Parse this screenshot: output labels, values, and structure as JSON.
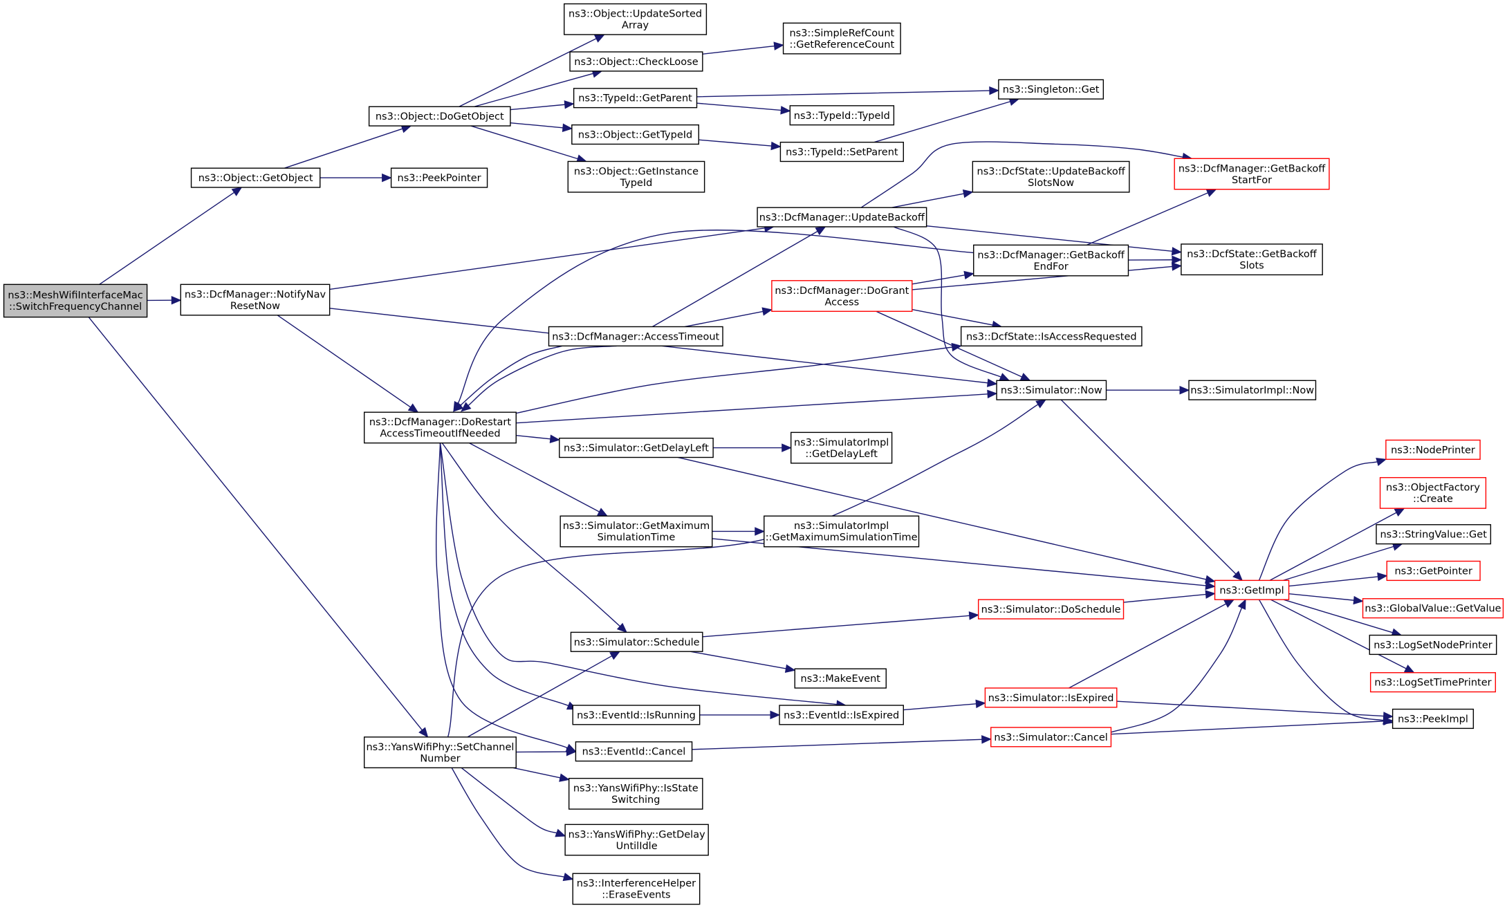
{
  "diagram": {
    "colors": {
      "edge": "#191970",
      "normal_border": "#000000",
      "truncated_border": "#ff0000",
      "root_fill": "#bfbfbf"
    },
    "nodes": [
      {
        "id": "n0",
        "lines": [
          "ns3::MeshWifiInterfaceMac",
          "::SwitchFrequencyChannel"
        ],
        "style": "root"
      },
      {
        "id": "n1",
        "lines": [
          "ns3::Object::GetObject"
        ]
      },
      {
        "id": "n2",
        "lines": [
          "ns3::DcfManager::NotifyNav",
          "ResetNow"
        ]
      },
      {
        "id": "n3",
        "lines": [
          "ns3::DcfManager::DoRestart",
          "AccessTimeoutIfNeeded"
        ]
      },
      {
        "id": "n4",
        "lines": [
          "ns3::YansWifiPhy::SetChannel",
          "Number"
        ]
      },
      {
        "id": "n5",
        "lines": [
          "ns3::Object::DoGetObject"
        ]
      },
      {
        "id": "n6",
        "lines": [
          "ns3::PeekPointer"
        ]
      },
      {
        "id": "n7",
        "lines": [
          "ns3::Object::UpdateSorted",
          "Array"
        ]
      },
      {
        "id": "n8",
        "lines": [
          "ns3::Object::CheckLoose"
        ]
      },
      {
        "id": "n9",
        "lines": [
          "ns3::TypeId::GetParent"
        ]
      },
      {
        "id": "n10",
        "lines": [
          "ns3::Object::GetTypeId"
        ]
      },
      {
        "id": "n11",
        "lines": [
          "ns3::Object::GetInstance",
          "TypeId"
        ]
      },
      {
        "id": "n12",
        "lines": [
          "ns3::SimpleRefCount",
          "::GetReferenceCount"
        ]
      },
      {
        "id": "n13",
        "lines": [
          "ns3::Singleton::Get"
        ]
      },
      {
        "id": "n14",
        "lines": [
          "ns3::TypeId::TypeId"
        ]
      },
      {
        "id": "n15",
        "lines": [
          "ns3::TypeId::SetParent"
        ]
      },
      {
        "id": "n16",
        "lines": [
          "ns3::DcfManager::UpdateBackoff"
        ]
      },
      {
        "id": "n17",
        "lines": [
          "ns3::DcfState::UpdateBackoff",
          "SlotsNow"
        ]
      },
      {
        "id": "n18",
        "lines": [
          "ns3::DcfManager::GetBackoff",
          "StartFor"
        ],
        "style": "truncated"
      },
      {
        "id": "n19",
        "lines": [
          "ns3::DcfManager::GetBackoff",
          "EndFor"
        ]
      },
      {
        "id": "n20",
        "lines": [
          "ns3::DcfState::GetBackoff",
          "Slots"
        ]
      },
      {
        "id": "n21",
        "lines": [
          "ns3::DcfManager::DoGrant",
          "Access"
        ],
        "style": "truncated"
      },
      {
        "id": "n22",
        "lines": [
          "ns3::DcfManager::AccessTimeout"
        ]
      },
      {
        "id": "n23",
        "lines": [
          "ns3::DcfState::IsAccessRequested"
        ]
      },
      {
        "id": "n24",
        "lines": [
          "ns3::Simulator::Now"
        ]
      },
      {
        "id": "n25",
        "lines": [
          "ns3::SimulatorImpl::Now"
        ]
      },
      {
        "id": "n26",
        "lines": [
          "ns3::Simulator::GetDelayLeft"
        ]
      },
      {
        "id": "n27",
        "lines": [
          "ns3::SimulatorImpl",
          "::GetDelayLeft"
        ]
      },
      {
        "id": "n28",
        "lines": [
          "ns3::Simulator::GetMaximum",
          "SimulationTime"
        ]
      },
      {
        "id": "n29",
        "lines": [
          "ns3::SimulatorImpl",
          "::GetMaximumSimulationTime"
        ]
      },
      {
        "id": "n30",
        "lines": [
          "ns3::GetImpl"
        ],
        "style": "truncated"
      },
      {
        "id": "n31",
        "lines": [
          "ns3::NodePrinter"
        ],
        "style": "truncated"
      },
      {
        "id": "n32",
        "lines": [
          "ns3::ObjectFactory",
          "::Create"
        ],
        "style": "truncated"
      },
      {
        "id": "n33",
        "lines": [
          "ns3::StringValue::Get"
        ]
      },
      {
        "id": "n34",
        "lines": [
          "ns3::GetPointer"
        ],
        "style": "truncated"
      },
      {
        "id": "n35",
        "lines": [
          "ns3::GlobalValue::GetValue"
        ],
        "style": "truncated"
      },
      {
        "id": "n36",
        "lines": [
          "ns3::LogSetNodePrinter"
        ]
      },
      {
        "id": "n37",
        "lines": [
          "ns3::LogSetTimePrinter"
        ],
        "style": "truncated"
      },
      {
        "id": "n38",
        "lines": [
          "ns3::PeekImpl"
        ]
      },
      {
        "id": "n39",
        "lines": [
          "ns3::Simulator::DoSchedule"
        ],
        "style": "truncated"
      },
      {
        "id": "n40",
        "lines": [
          "ns3::Simulator::Schedule"
        ]
      },
      {
        "id": "n41",
        "lines": [
          "ns3::MakeEvent"
        ]
      },
      {
        "id": "n42",
        "lines": [
          "ns3::EventId::IsRunning"
        ]
      },
      {
        "id": "n43",
        "lines": [
          "ns3::EventId::IsExpired"
        ]
      },
      {
        "id": "n44",
        "lines": [
          "ns3::Simulator::IsExpired"
        ],
        "style": "truncated"
      },
      {
        "id": "n45",
        "lines": [
          "ns3::EventId::Cancel"
        ]
      },
      {
        "id": "n46",
        "lines": [
          "ns3::Simulator::Cancel"
        ],
        "style": "truncated"
      },
      {
        "id": "n47",
        "lines": [
          "ns3::YansWifiPhy::IsState",
          "Switching"
        ]
      },
      {
        "id": "n48",
        "lines": [
          "ns3::YansWifiPhy::GetDelay",
          "UntilIdle"
        ]
      },
      {
        "id": "n49",
        "lines": [
          "ns3::InterferenceHelper",
          "::EraseEvents"
        ]
      }
    ],
    "edges": [
      [
        "n0",
        "n1"
      ],
      [
        "n0",
        "n2"
      ],
      [
        "n0",
        "n4"
      ],
      [
        "n1",
        "n5"
      ],
      [
        "n1",
        "n6"
      ],
      [
        "n5",
        "n7"
      ],
      [
        "n5",
        "n8"
      ],
      [
        "n5",
        "n9"
      ],
      [
        "n5",
        "n10"
      ],
      [
        "n5",
        "n11"
      ],
      [
        "n8",
        "n12"
      ],
      [
        "n9",
        "n13"
      ],
      [
        "n9",
        "n14"
      ],
      [
        "n10",
        "n15"
      ],
      [
        "n15",
        "n13"
      ],
      [
        "n2",
        "n16"
      ],
      [
        "n2",
        "n24"
      ],
      [
        "n2",
        "n3"
      ],
      [
        "n16",
        "n17"
      ],
      [
        "n16",
        "n18"
      ],
      [
        "n16",
        "n20"
      ],
      [
        "n16",
        "n24"
      ],
      [
        "n19",
        "n18"
      ],
      [
        "n19",
        "n20"
      ],
      [
        "n21",
        "n19"
      ],
      [
        "n21",
        "n20"
      ],
      [
        "n21",
        "n23"
      ],
      [
        "n21",
        "n24"
      ],
      [
        "n22",
        "n16"
      ],
      [
        "n22",
        "n21"
      ],
      [
        "n22",
        "n3"
      ],
      [
        "n3",
        "n19"
      ],
      [
        "n3",
        "n22"
      ],
      [
        "n3",
        "n23"
      ],
      [
        "n3",
        "n24"
      ],
      [
        "n3",
        "n26"
      ],
      [
        "n3",
        "n28"
      ],
      [
        "n3",
        "n40"
      ],
      [
        "n3",
        "n42"
      ],
      [
        "n3",
        "n43"
      ],
      [
        "n3",
        "n45"
      ],
      [
        "n24",
        "n25"
      ],
      [
        "n24",
        "n30"
      ],
      [
        "n26",
        "n27"
      ],
      [
        "n26",
        "n30"
      ],
      [
        "n28",
        "n29"
      ],
      [
        "n28",
        "n30"
      ],
      [
        "n30",
        "n31"
      ],
      [
        "n30",
        "n32"
      ],
      [
        "n30",
        "n33"
      ],
      [
        "n30",
        "n34"
      ],
      [
        "n30",
        "n35"
      ],
      [
        "n30",
        "n36"
      ],
      [
        "n30",
        "n37"
      ],
      [
        "n30",
        "n38"
      ],
      [
        "n40",
        "n39"
      ],
      [
        "n40",
        "n41"
      ],
      [
        "n39",
        "n30"
      ],
      [
        "n42",
        "n43"
      ],
      [
        "n43",
        "n44"
      ],
      [
        "n44",
        "n30"
      ],
      [
        "n44",
        "n38"
      ],
      [
        "n45",
        "n46"
      ],
      [
        "n46",
        "n30"
      ],
      [
        "n46",
        "n38"
      ],
      [
        "n4",
        "n24"
      ],
      [
        "n4",
        "n40"
      ],
      [
        "n4",
        "n45"
      ],
      [
        "n4",
        "n47"
      ],
      [
        "n4",
        "n48"
      ],
      [
        "n4",
        "n49"
      ]
    ]
  }
}
